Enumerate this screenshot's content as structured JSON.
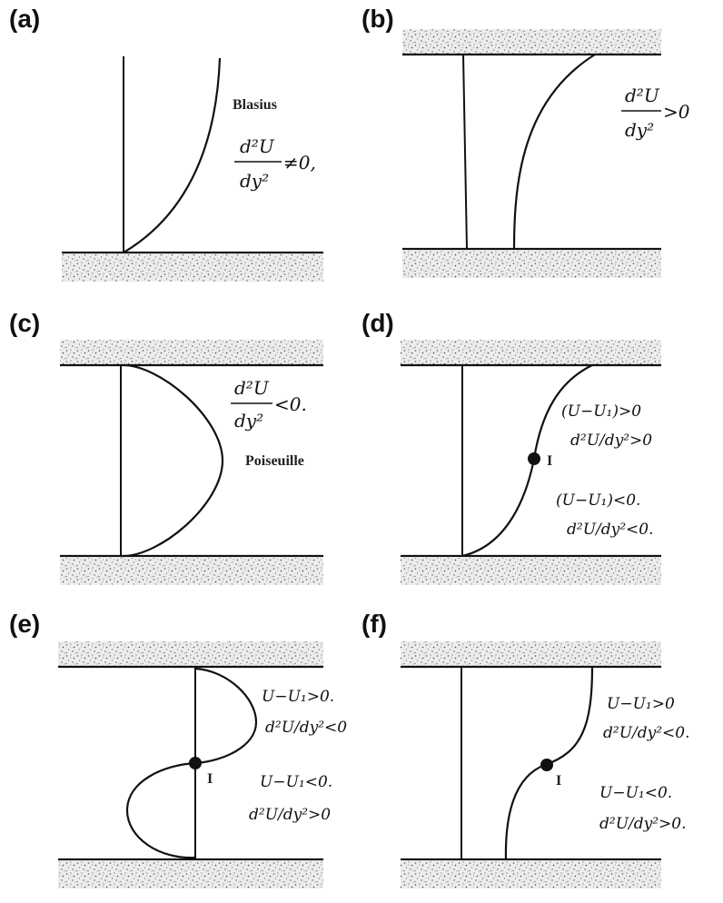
{
  "panels": {
    "a": {
      "label": "(a)",
      "printed": "Blasius",
      "hand_num": "d²U",
      "hand_den": "dy²",
      "hand_cond": "≠0,"
    },
    "b": {
      "label": "(b)",
      "hand_num": "d²U",
      "hand_den": "dy²",
      "hand_cond": ">0"
    },
    "c": {
      "label": "(c)",
      "hand_num": "d²U",
      "hand_den": "dy²",
      "hand_cond": "<0.",
      "printed": "Poiseuille"
    },
    "d": {
      "label": "(d)",
      "point": "I",
      "upper1": "(U−U₁)>0",
      "upper2": "d²U/dy²>0",
      "lower1": "(U−U₁)<0.",
      "lower2": "d²U/dy²<0."
    },
    "e": {
      "label": "(e)",
      "point": "I",
      "upper1": "U−U₁>0.",
      "upper2": "d²U/dy²<0",
      "lower1": "U−U₁<0.",
      "lower2": "d²U/dy²>0"
    },
    "f": {
      "label": "(f)",
      "point": "I",
      "upper1": "U−U₁>0",
      "upper2": "d²U/dy²<0.",
      "lower1": "U−U₁<0.",
      "lower2": "d²U/dy²>0."
    }
  },
  "colors": {
    "ink": "#111111",
    "wall_dot": "#555555",
    "wall_bg": "#e9e9e9"
  }
}
